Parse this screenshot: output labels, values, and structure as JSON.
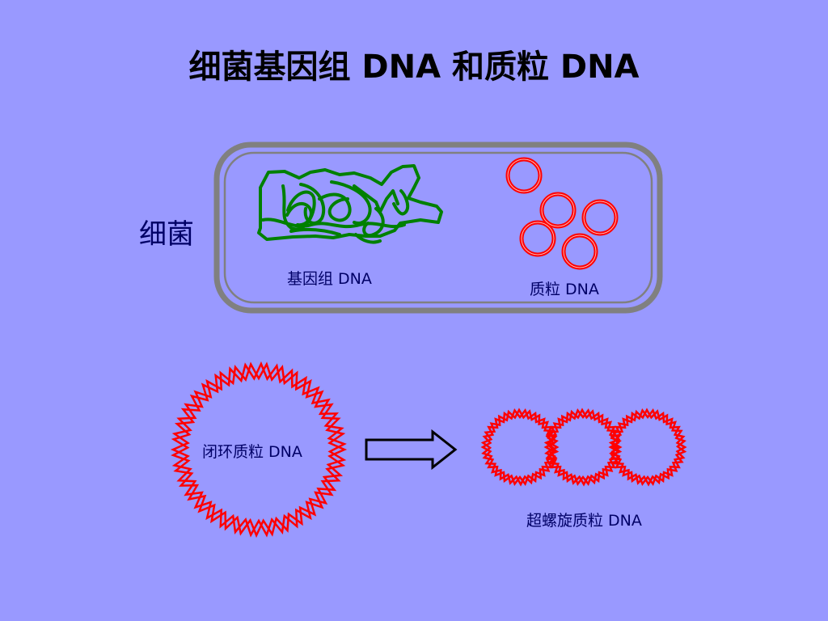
{
  "title": "细菌基因组 DNA 和质粒 DNA",
  "labels": {
    "bacteria": "细菌",
    "genomic_dna": "基因组 DNA",
    "plasmid_dna": "质粒 DNA",
    "closed_circular_plasmid": "闭环质粒 DNA",
    "supercoiled_plasmid": "超螺旋质粒 DNA"
  },
  "colors": {
    "background": "#9999ff",
    "genomic_dna": "#008000",
    "plasmid": "#ff0000",
    "cell_wall": "#808080",
    "label_text": "#000066"
  }
}
